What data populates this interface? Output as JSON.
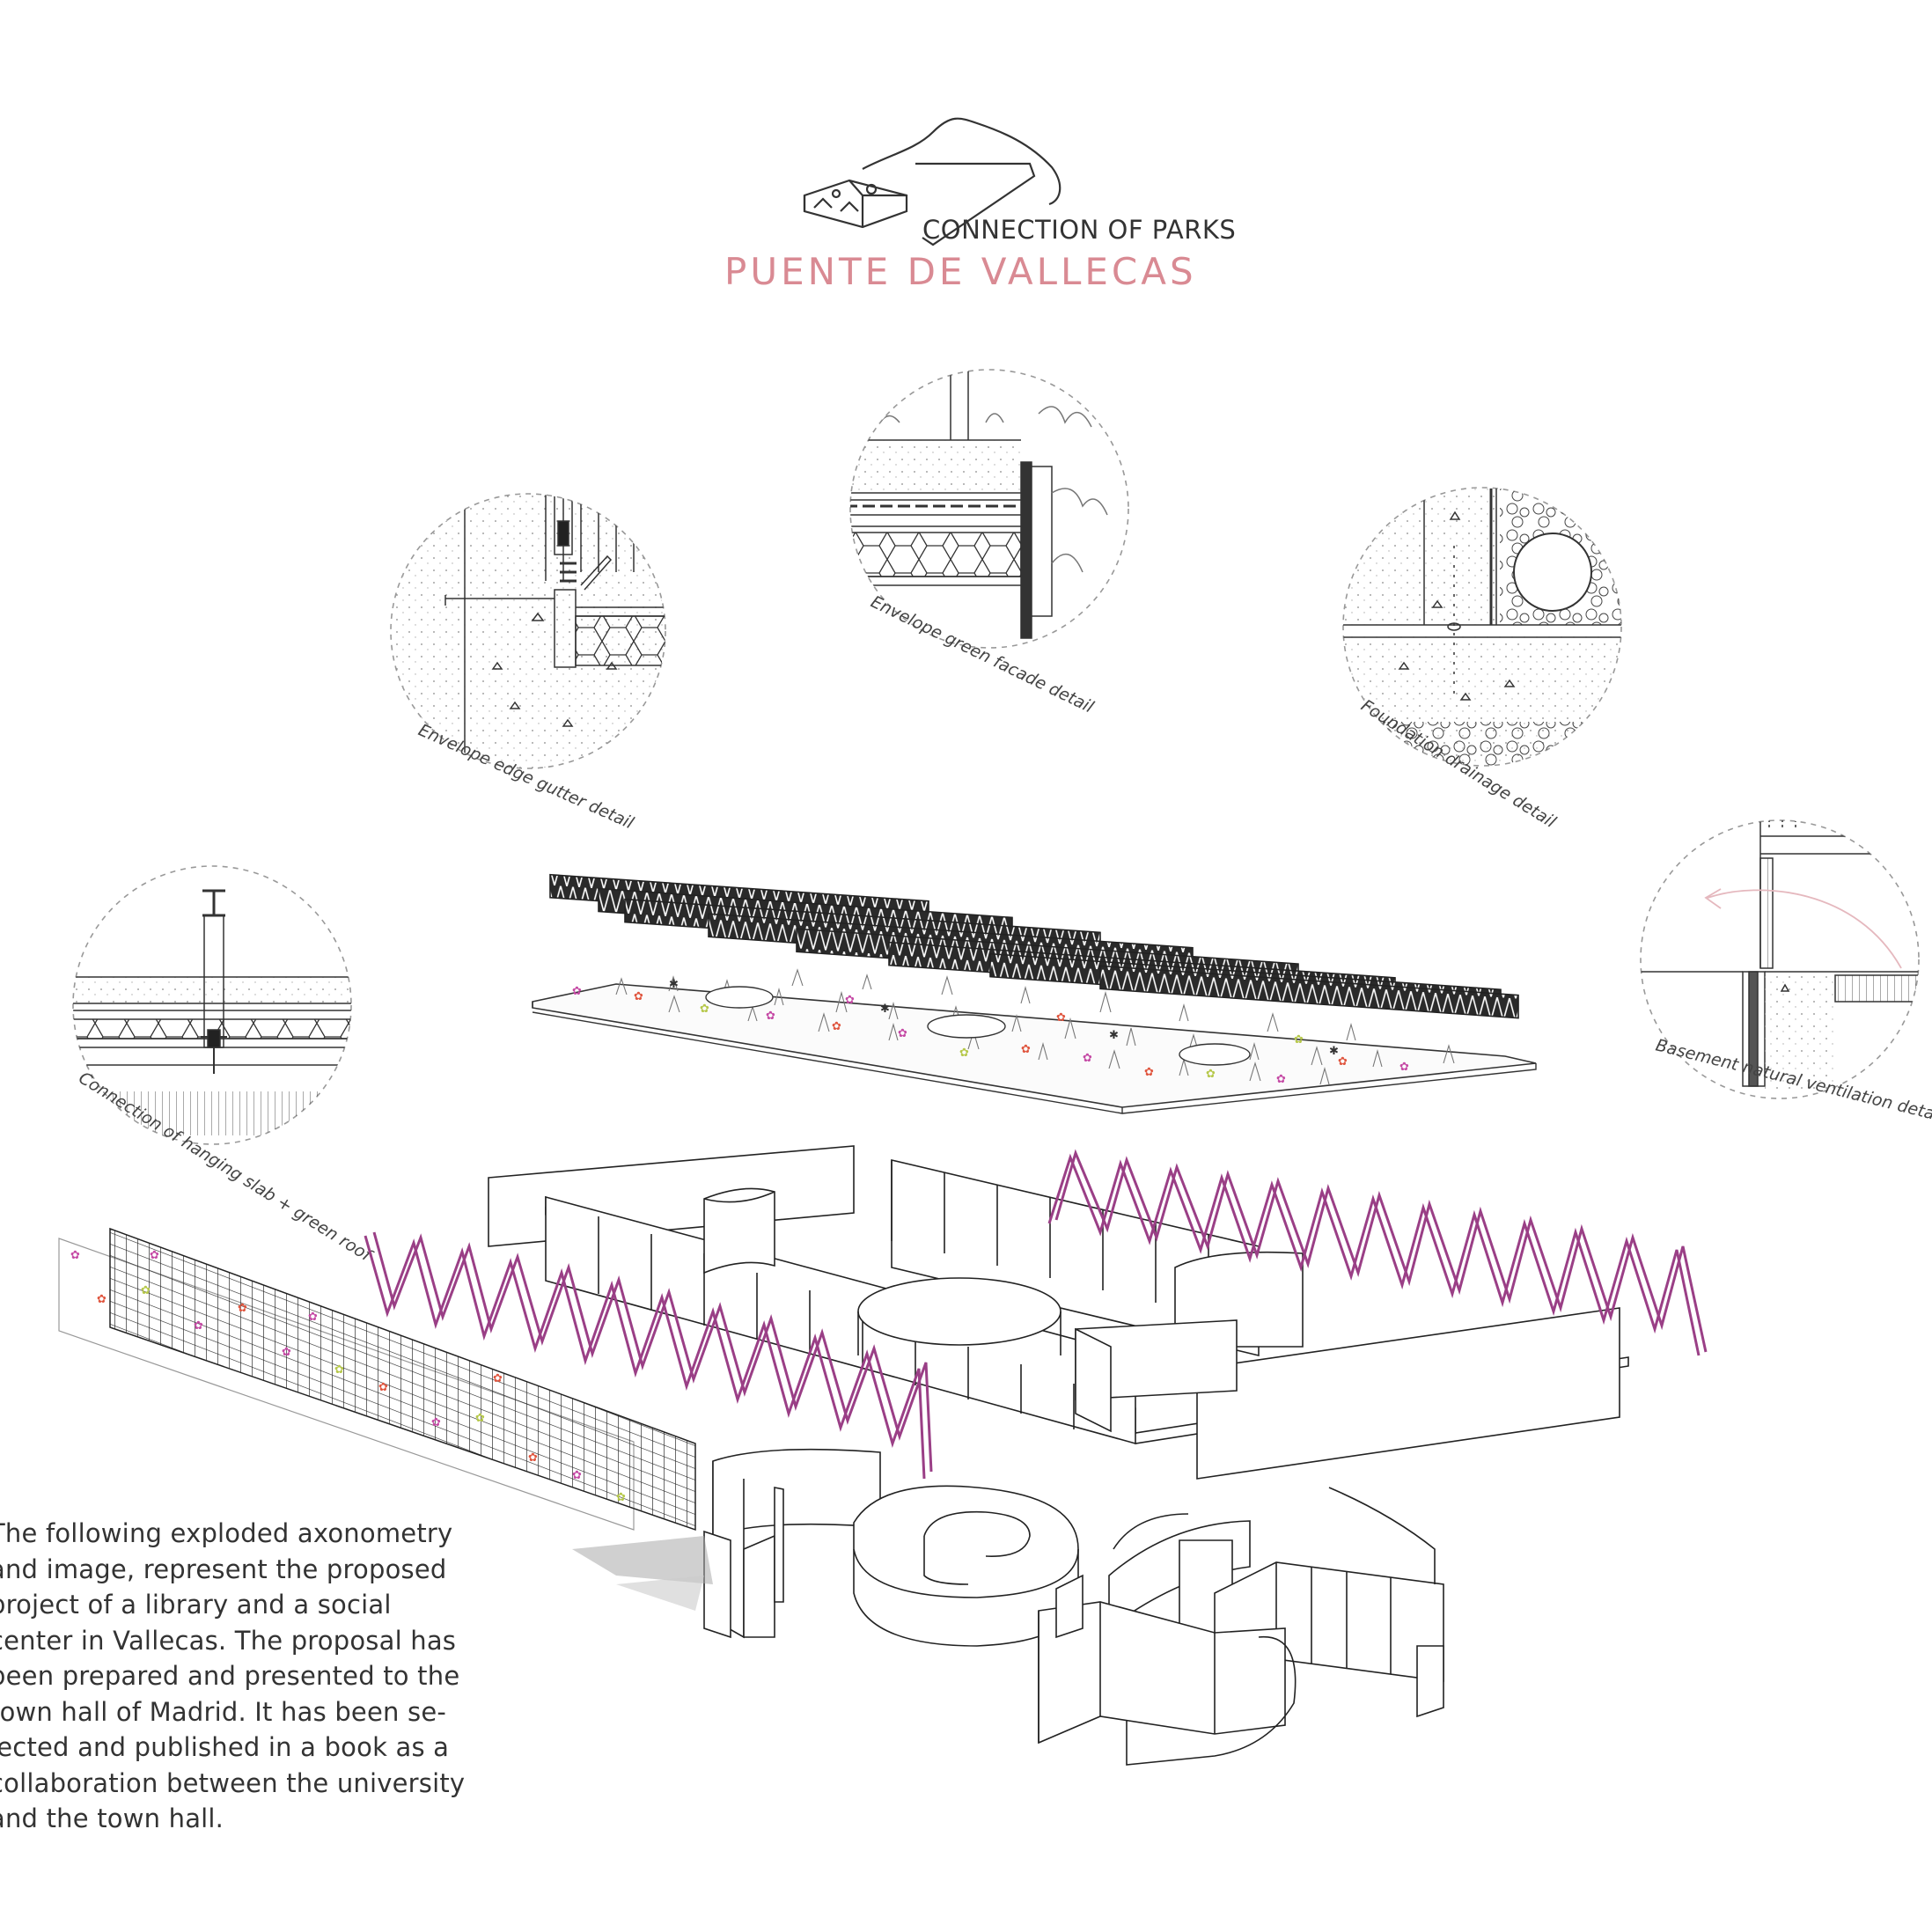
{
  "header": {
    "subtitle": "CONNECTION OF PARKS",
    "title": "PUENTE DE VALLECAS"
  },
  "details": [
    {
      "id": "gutter",
      "caption": "Envelope edge gutter detail"
    },
    {
      "id": "facade",
      "caption": "Envelope green facade detail"
    },
    {
      "id": "drainage",
      "caption": "Foundation drainage detail"
    },
    {
      "id": "hanging",
      "caption": "Connection of hanging slab + green roof"
    },
    {
      "id": "ventilation",
      "caption": "Basement natural ventilation detail"
    }
  ],
  "description": {
    "lines": [
      "The following exploded axonometry",
      "and image, represent the proposed",
      "project of a library and a social",
      "center in Vallecas. The proposal has",
      "been prepared and presented to the",
      "town hall of Madrid. It has been se-",
      "lected and published in a book as a",
      "collaboration between the university",
      "and the town hall."
    ]
  },
  "colors": {
    "title": "#d98a93",
    "accent": "#9a3f86",
    "line": "#222222",
    "dashed": "#999999"
  }
}
